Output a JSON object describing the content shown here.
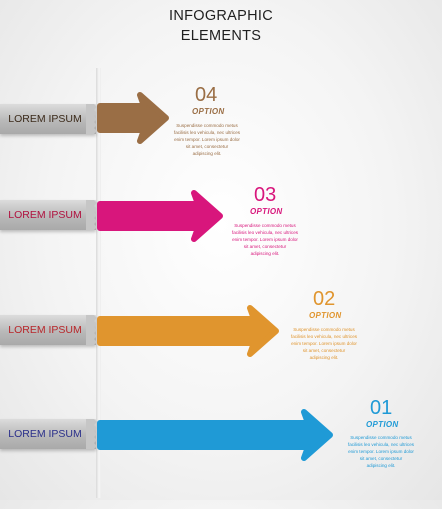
{
  "header": {
    "line1": "INFOGRAPHIC",
    "line2": "ELEMENTS"
  },
  "rows": [
    {
      "label": "LOREM IPSUM",
      "label_color": "#3b2a1a",
      "number": "04",
      "option": "OPTION",
      "color": "#9a6e45",
      "description": [
        "Suspendisse commodo metus",
        "facilisis leo vehicula, nec ultrices",
        "enim tempor. Lorem ipsum dolor",
        "sit amet, consectetur",
        "adipiscing elit."
      ]
    },
    {
      "label": "LOREM IPSUM",
      "label_color": "#b0103e",
      "number": "03",
      "option": "OPTION",
      "color": "#d8167c",
      "description": [
        "Suspendisse commodo metus",
        "facilisis leo vehicula, nec ultrices",
        "enim tempor. Lorem ipsum dolor",
        "sit amet, consectetur",
        "adipiscing elit."
      ]
    },
    {
      "label": "LOREM IPSUM",
      "label_color": "#b8262a",
      "number": "02",
      "option": "OPTION",
      "color": "#e0952e",
      "description": [
        "Suspendisse commodo metus",
        "facilisis leo vehicula, nec ultrices",
        "enim tempor. Lorem ipsum dolor",
        "sit amet, consectetur",
        "adipiscing elit."
      ]
    },
    {
      "label": "LOREM IPSUM",
      "label_color": "#2a2f8a",
      "number": "01",
      "option": "OPTION",
      "color": "#1f9ad6",
      "description": [
        "Suspendisse commodo metus",
        "facilisis leo vehicula, nec ultrices",
        "enim tempor. Lorem ipsum dolor",
        "sit amet, consectetur",
        "adipiscing elit."
      ]
    }
  ]
}
